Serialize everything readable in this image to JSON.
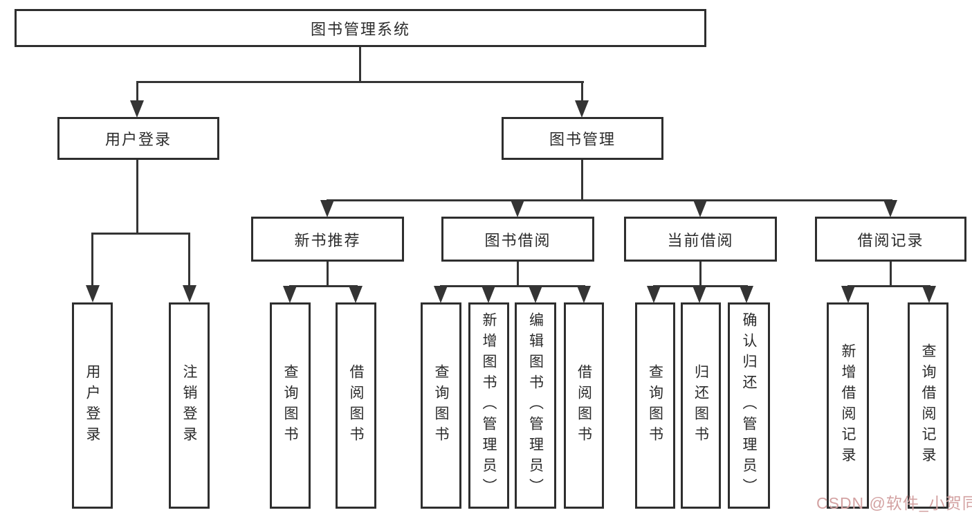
{
  "tree": {
    "root": {
      "label": "图书管理系统"
    },
    "branches": [
      {
        "label": "用户登录",
        "leaves": [
          {
            "label": "用户登录"
          },
          {
            "label": "注销登录"
          }
        ]
      },
      {
        "label": "图书管理",
        "groups": [
          {
            "label": "新书推荐",
            "leaves": [
              {
                "label": "查询图书"
              },
              {
                "label": "借阅图书"
              }
            ]
          },
          {
            "label": "图书借阅",
            "leaves": [
              {
                "label": "查询图书"
              },
              {
                "label": "新增图书（管理员）"
              },
              {
                "label": "编辑图书（管理员）"
              },
              {
                "label": "借阅图书"
              }
            ]
          },
          {
            "label": "当前借阅",
            "leaves": [
              {
                "label": "查询图书"
              },
              {
                "label": "归还图书"
              },
              {
                "label": "确认归还（管理员）"
              }
            ]
          },
          {
            "label": "借阅记录",
            "leaves": [
              {
                "label": "新增借阅记录"
              },
              {
                "label": "查询借阅记录"
              }
            ]
          }
        ]
      }
    ]
  },
  "watermark": {
    "text": "CSDN @软件_小贺同学",
    "color": "#d3a2a2"
  },
  "colors": {
    "line": "#343434",
    "box_border": "#2e2e2e",
    "box_background": "#ffffff",
    "text": "#2b2b2b",
    "page_background": "#ffffff"
  }
}
